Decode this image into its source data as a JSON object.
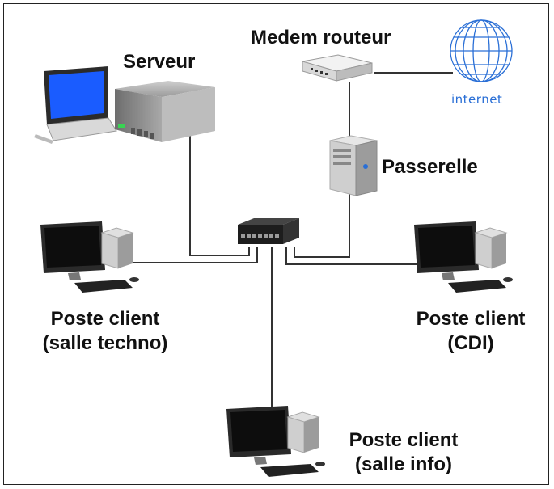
{
  "nodes": {
    "modem": {
      "label": "Medem routeur",
      "icon": "modem-router-icon"
    },
    "internet": {
      "label": "internet",
      "icon": "globe-icon"
    },
    "server": {
      "label": "Serveur",
      "icon": "server-icon"
    },
    "gateway": {
      "label": "Passerelle",
      "icon": "tower-pc-icon"
    },
    "switch": {
      "icon": "network-switch-icon"
    },
    "client_techno": {
      "line1": "Poste client",
      "line2": "(salle techno)",
      "icon": "desktop-computer-icon"
    },
    "client_cdi": {
      "line1": "Poste client",
      "line2": "(CDI)",
      "icon": "desktop-computer-icon"
    },
    "client_info": {
      "line1": "Poste client",
      "line2": "(salle info)",
      "icon": "desktop-computer-icon"
    }
  },
  "colors": {
    "link": "#333333",
    "globe": "#2a6fd6",
    "laptop_screen": "#1a5cff",
    "power_led": "#39d353"
  }
}
